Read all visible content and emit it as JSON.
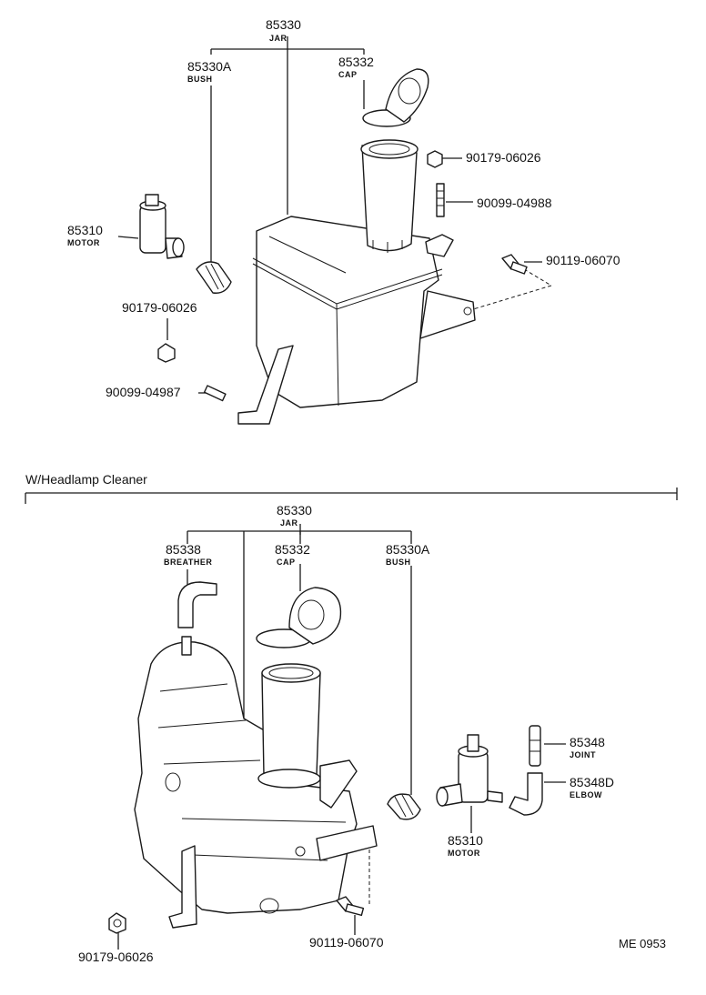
{
  "top": {
    "jar": {
      "number": "85330",
      "name": "JAR"
    },
    "bush": {
      "number": "85330A",
      "name": "BUSH"
    },
    "cap": {
      "number": "85332",
      "name": "CAP"
    },
    "motor": {
      "number": "85310",
      "name": "MOTOR"
    },
    "nut_right": "90179-06026",
    "screw_right": "90099-04988",
    "bolt_right": "90119-06070",
    "nut_left": "90179-06026",
    "screw_left": "90099-04987"
  },
  "bottom": {
    "section_title": "W/Headlamp Cleaner",
    "jar": {
      "number": "85330",
      "name": "JAR"
    },
    "breather": {
      "number": "85338",
      "name": "BREATHER"
    },
    "cap": {
      "number": "85332",
      "name": "CAP"
    },
    "bush": {
      "number": "85330A",
      "name": "BUSH"
    },
    "joint": {
      "number": "85348",
      "name": "JOINT"
    },
    "elbow": {
      "number": "85348D",
      "name": "ELBOW"
    },
    "motor": {
      "number": "85310",
      "name": "MOTOR"
    },
    "nut": "90179-06026",
    "bolt": "90119-06070"
  },
  "reference_code": "ME 0953"
}
